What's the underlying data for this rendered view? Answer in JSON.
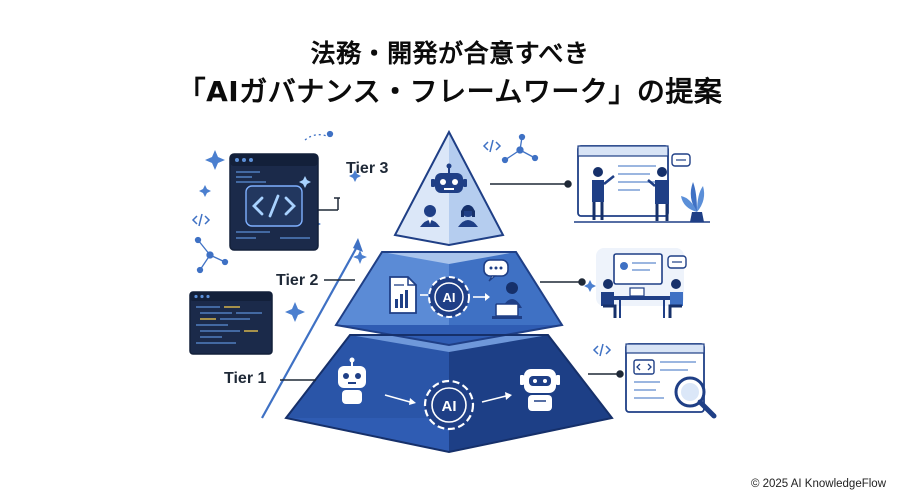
{
  "title": {
    "line1": "法務・開発が合意すべき",
    "line2": "「AIガバナンス・フレームワーク」の提案"
  },
  "tiers": [
    {
      "label": "Tier 3"
    },
    {
      "label": "Tier 2"
    },
    {
      "label": "Tier 1"
    }
  ],
  "badges": {
    "ai_mid": "AI",
    "ai_bottom": "AI"
  },
  "copyright": "© 2025 AI KnowledgeFlow",
  "colors": {
    "dark_blue": "#1f3f86",
    "mid_blue": "#3f71c4",
    "light_blue": "#c9daf3",
    "navy_panel": "#1b2a4a",
    "accent": "#5b8fd8"
  }
}
